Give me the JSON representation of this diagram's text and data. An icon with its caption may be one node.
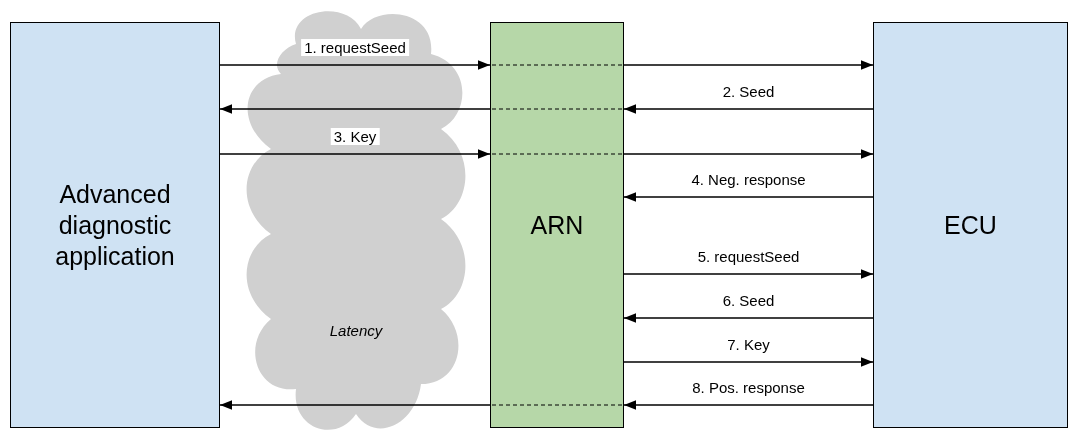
{
  "diagram": {
    "nodes": [
      {
        "text": [
          "Advanced diagnostic application"
        ]
      },
      {
        "text": [
          "ARN"
        ]
      },
      {
        "text": [
          "ECU"
        ]
      }
    ],
    "edges": [
      {
        "from": 0,
        "to": 1,
        "arrow": "to",
        "label": "1. requestSeed"
      },
      {
        "from": 1,
        "to": 2,
        "arrow": "to"
      },
      {
        "from": 2,
        "to": 1,
        "arrow": "to",
        "label": "2. Seed"
      },
      {
        "from": 1,
        "to": 0,
        "arrow": "to"
      },
      {
        "from": 0,
        "to": 1,
        "arrow": "to",
        "label": "3. Key"
      },
      {
        "from": 1,
        "to": 2,
        "arrow": "to"
      },
      {
        "from": 2,
        "to": 1,
        "arrow": "to",
        "label": "4. Neg. response"
      },
      {
        "from": 1,
        "to": 2,
        "arrow": "to",
        "label": "5. requestSeed"
      },
      {
        "from": 2,
        "to": 1,
        "arrow": "to",
        "label": "6. Seed"
      },
      {
        "from": 1,
        "to": 2,
        "arrow": "to",
        "label": "7. Key"
      },
      {
        "from": 2,
        "to": 1,
        "arrow": "to",
        "label": "8. Pos. response"
      },
      {
        "from": 1,
        "to": 0,
        "arrow": "to"
      }
    ],
    "labels": [
      "Latency"
    ]
  }
}
